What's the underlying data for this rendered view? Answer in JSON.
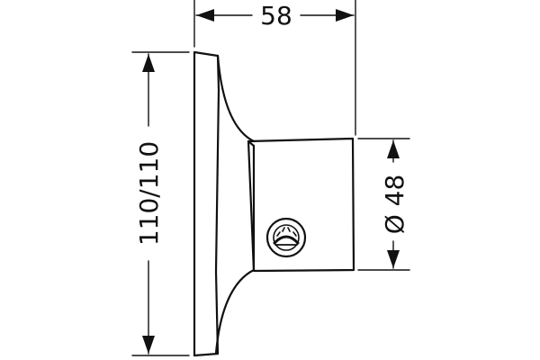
{
  "dimensions": {
    "width_label": "58",
    "height_label": "110/110",
    "diameter_label": "Ø 48"
  }
}
